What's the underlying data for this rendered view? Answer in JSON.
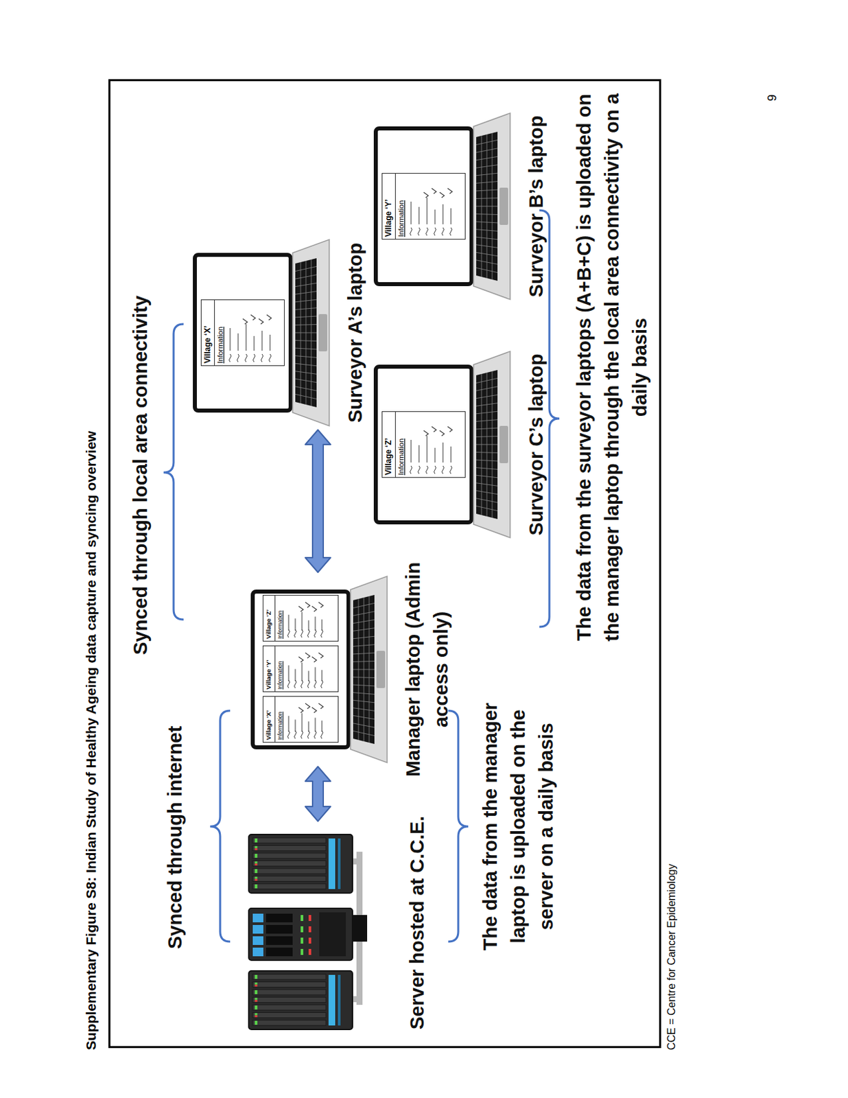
{
  "diagram": {
    "title": "Supplementary Figure S8: Indian Study of Healthy Ageing data capture and syncing overview",
    "nodes": [
      {
        "text": [
          "Server hosted at C.C.E."
        ]
      },
      {
        "text": [
          "Manager laptop (Admin access only)"
        ]
      },
      {
        "text": [
          "Village ‘X’",
          "Information"
        ],
        "in": 1
      },
      {
        "text": [
          "Village ‘Y’",
          "Information"
        ],
        "in": 1
      },
      {
        "text": [
          "Village ‘Z’",
          "Information"
        ],
        "in": 1
      },
      {
        "text": [
          "Surveyor A’s laptop"
        ]
      },
      {
        "text": [
          "Village ‘X’",
          "Information"
        ],
        "in": 5
      },
      {
        "text": [
          "Surveyor C’s laptop"
        ]
      },
      {
        "text": [
          "Village ‘Z’",
          "Information"
        ],
        "in": 7
      },
      {
        "text": [
          "Surveyor B’s laptop"
        ]
      },
      {
        "text": [
          "Village ‘Y’",
          "Information"
        ],
        "in": 9
      }
    ],
    "edges": [
      {
        "from": 0,
        "to": 1,
        "arrow": "both"
      },
      {
        "from": 1,
        "to": 5,
        "arrow": "both"
      }
    ],
    "labels": [
      "Synced through internet",
      "Synced through local area connectivity",
      "The data from the manager laptop is uploaded on the server on a daily basis",
      "The data from the surveyor laptops (A+B+C) is uploaded on the manager laptop through the local area connectivity on a daily basis",
      "CCE = Centre for Cancer Epidemiology",
      "9"
    ]
  }
}
